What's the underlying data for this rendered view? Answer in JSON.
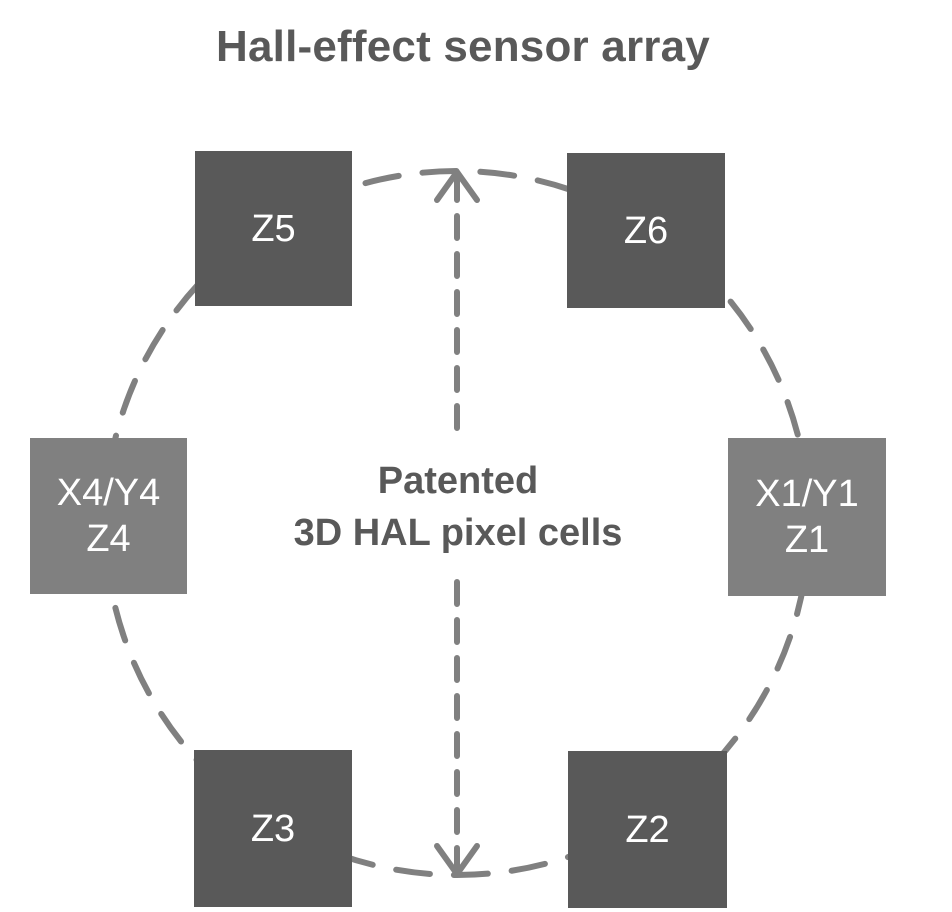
{
  "title": "Hall-effect sensor array",
  "center_label": {
    "line1": "Patented",
    "line2": "3D HAL pixel cells"
  },
  "cells": {
    "z5": {
      "lines": [
        "Z5"
      ]
    },
    "z6": {
      "lines": [
        "Z6"
      ]
    },
    "x4y4": {
      "lines": [
        "X4/Y4",
        "Z4"
      ]
    },
    "x1y1": {
      "lines": [
        "X1/Y1",
        "Z1"
      ]
    },
    "z3": {
      "lines": [
        "Z3"
      ]
    },
    "z2": {
      "lines": [
        "Z2"
      ]
    }
  },
  "colors": {
    "dark_cell": "#595959",
    "light_cell": "#808080",
    "dashed_circle": "#808080",
    "text": "#595959"
  }
}
